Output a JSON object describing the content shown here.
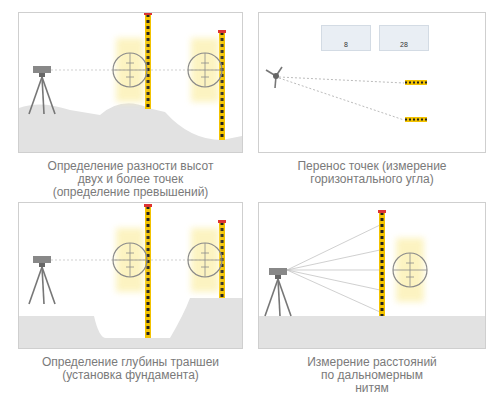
{
  "diagram": {
    "nodes": [
      {
        "text": [
          "Определение разности высот двух и более точек (определение превышений)"
        ]
      },
      {
        "text": [
          "Перенос точек (измерение горизонтального угла)"
        ]
      },
      {
        "text": [
          "8"
        ],
        "in": 1
      },
      {
        "text": [
          "28"
        ],
        "in": 1
      },
      {
        "text": [
          "Определение глубины траншеи (установка фундамента)"
        ]
      },
      {
        "text": [
          "Измерение расстояний по дальномерным нитям"
        ]
      }
    ]
  }
}
